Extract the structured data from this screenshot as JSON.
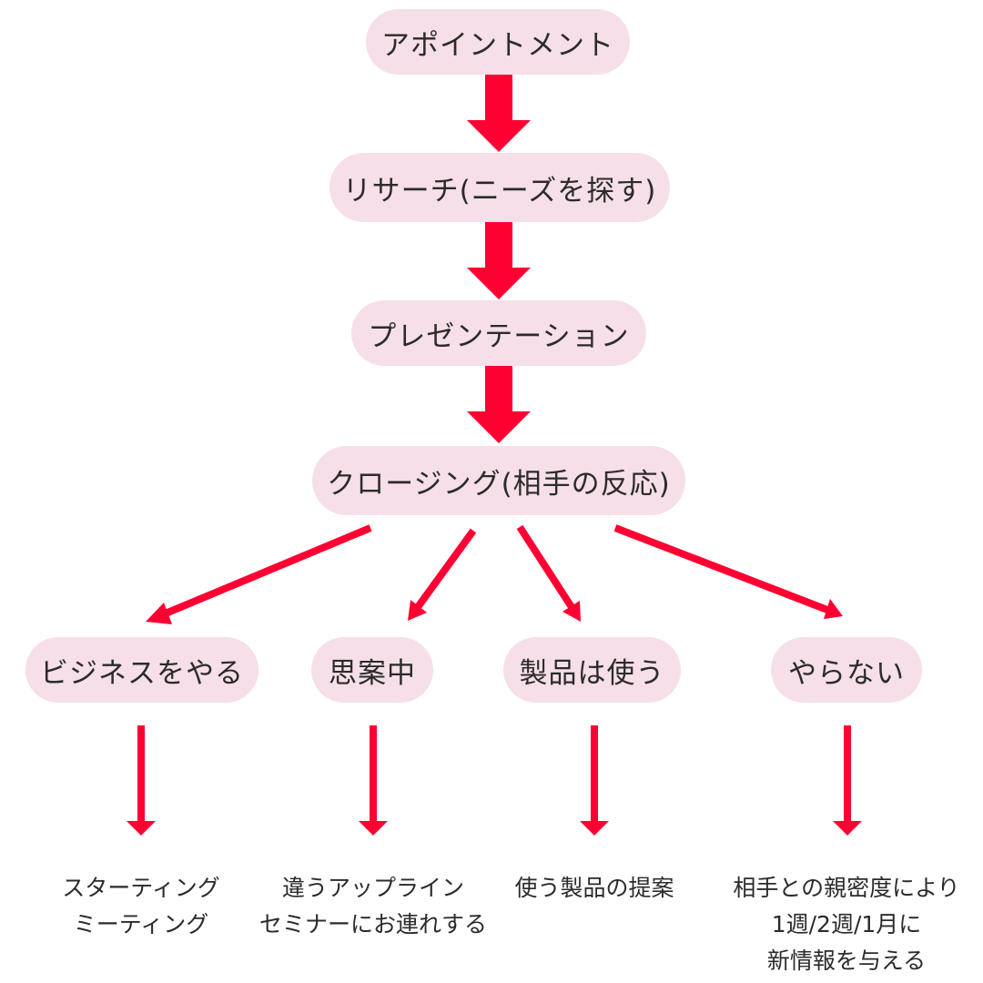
{
  "flow": {
    "steps": [
      "アポイントメント",
      "リサーチ(ニーズを探す)",
      "プレゼンテーション",
      "クロージング(相手の反応)"
    ],
    "outcomes": [
      {
        "label": "ビジネスをやる",
        "notes": [
          "スターティング",
          "ミーティング"
        ]
      },
      {
        "label": "思案中",
        "notes": [
          "違うアップライン",
          "セミナーにお連れする"
        ]
      },
      {
        "label": "製品は使う",
        "notes": [
          "使う製品の提案"
        ]
      },
      {
        "label": "やらない",
        "notes": [
          "相手との親密度により",
          "1週/2週/1月に",
          "新情報を与える"
        ]
      }
    ]
  },
  "colors": {
    "pill": "#f6dfe8",
    "arrow": "#ff0033",
    "text": "#2b2b2b"
  }
}
